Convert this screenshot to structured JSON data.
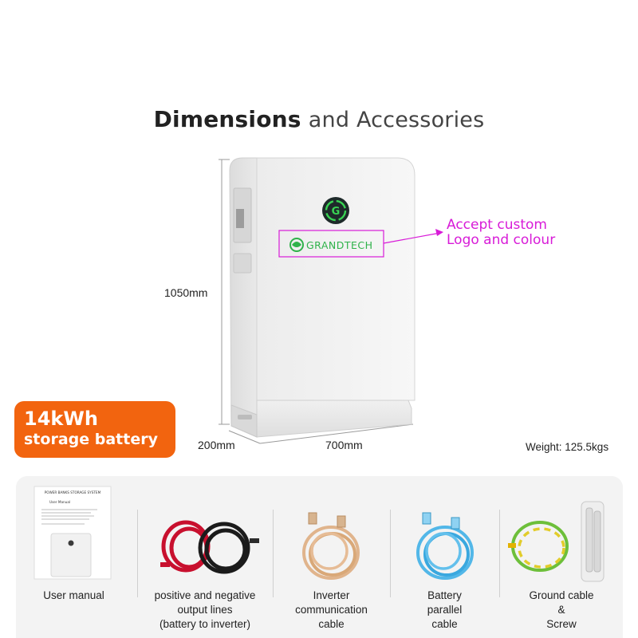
{
  "heading": {
    "bold": "Dimensions",
    "light": "and Accessories"
  },
  "dimensions": {
    "height": "1050mm",
    "depth": "200mm",
    "width": "700mm"
  },
  "product": {
    "logo_text": "GRANDTECH",
    "logo_glyph": "G"
  },
  "callout": {
    "line1": "Accept custom",
    "line2": "Logo and colour",
    "color": "#d81bd8"
  },
  "badge": {
    "line1": "14kWh",
    "line2": "storage battery",
    "color": "#f2640f"
  },
  "weight": "Weight: 125.5kgs",
  "manual_cover": {
    "title": "POWER BANKS STORAGE SYSTEM",
    "subtitle": "User Manual"
  },
  "accessories": [
    {
      "icon": "user-manual",
      "lines": [
        "User manual"
      ]
    },
    {
      "icon": "red-black-cables",
      "lines": [
        "positive and negative",
        "output lines",
        "(battery to inverter)"
      ]
    },
    {
      "icon": "inverter-communication-cable",
      "lines": [
        "Inverter",
        "communication",
        "cable"
      ]
    },
    {
      "icon": "battery-parallel-cable",
      "lines": [
        "Battery",
        "parallel",
        "cable"
      ]
    },
    {
      "icon": "ground-cable-and-screw",
      "lines": [
        "Ground cable",
        "&",
        "Screw"
      ]
    }
  ]
}
